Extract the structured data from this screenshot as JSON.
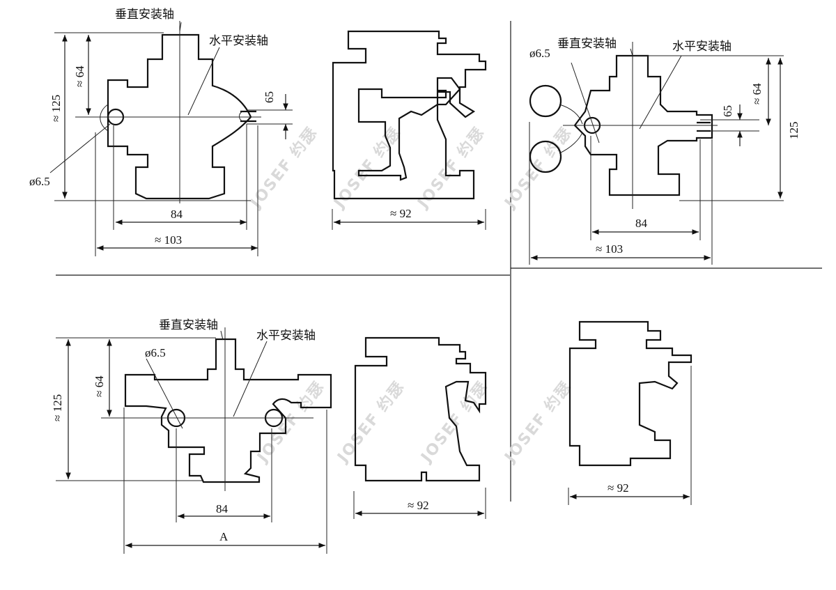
{
  "labels": {
    "vertical_axis": "垂直安装轴",
    "horizontal_axis": "水平安装轴",
    "hole_dia": "ø6.5",
    "dim_125_approx": "≈ 125",
    "dim_125": "125",
    "dim_64": "≈ 64",
    "dim_65": "65",
    "dim_84": "84",
    "dim_103": "≈ 103",
    "dim_92": "≈ 92",
    "dim_A": "A"
  },
  "watermark": "JOSEF 约瑟",
  "colors": {
    "line": "#111111",
    "watermark": "#d9d9d9",
    "background": "#ffffff"
  }
}
